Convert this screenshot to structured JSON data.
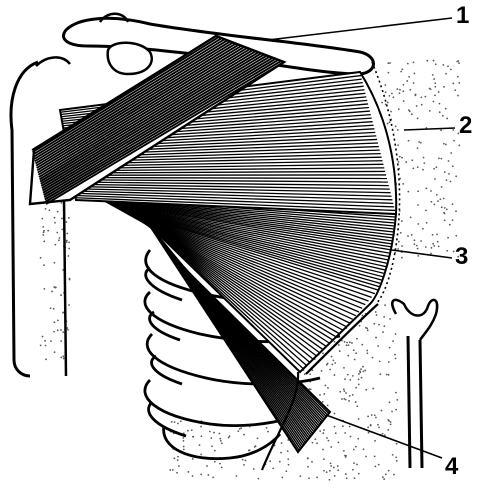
{
  "figure": {
    "labels": [
      {
        "id": "1",
        "text": "1"
      },
      {
        "id": "2",
        "text": "2"
      },
      {
        "id": "3",
        "text": "3"
      },
      {
        "id": "4",
        "text": "4"
      }
    ],
    "colors": {
      "ink": "#000000",
      "paper": "#ffffff",
      "stipple": "#5a5a5a"
    }
  }
}
